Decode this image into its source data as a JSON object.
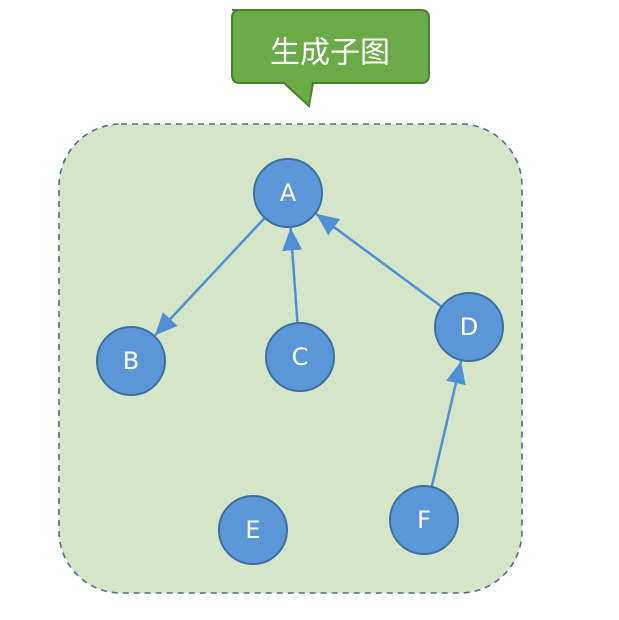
{
  "callout": {
    "text": "生成子图"
  },
  "colors": {
    "region_fill": "#d5e6c8",
    "region_border": "#4d6f86",
    "callout_fill": "#6aab48",
    "callout_border": "#4b7f31",
    "node_fill": "#5b97d8",
    "node_border": "#3e6f9f",
    "edge": "#4f8fd6",
    "label": "#ffffff"
  },
  "graph": {
    "nodes": [
      {
        "id": "A",
        "label": "A"
      },
      {
        "id": "B",
        "label": "B"
      },
      {
        "id": "C",
        "label": "C"
      },
      {
        "id": "D",
        "label": "D"
      },
      {
        "id": "E",
        "label": "E"
      },
      {
        "id": "F",
        "label": "F"
      }
    ],
    "edges": [
      {
        "from": "A",
        "to": "B"
      },
      {
        "from": "C",
        "to": "A"
      },
      {
        "from": "D",
        "to": "A"
      },
      {
        "from": "F",
        "to": "D"
      }
    ]
  }
}
